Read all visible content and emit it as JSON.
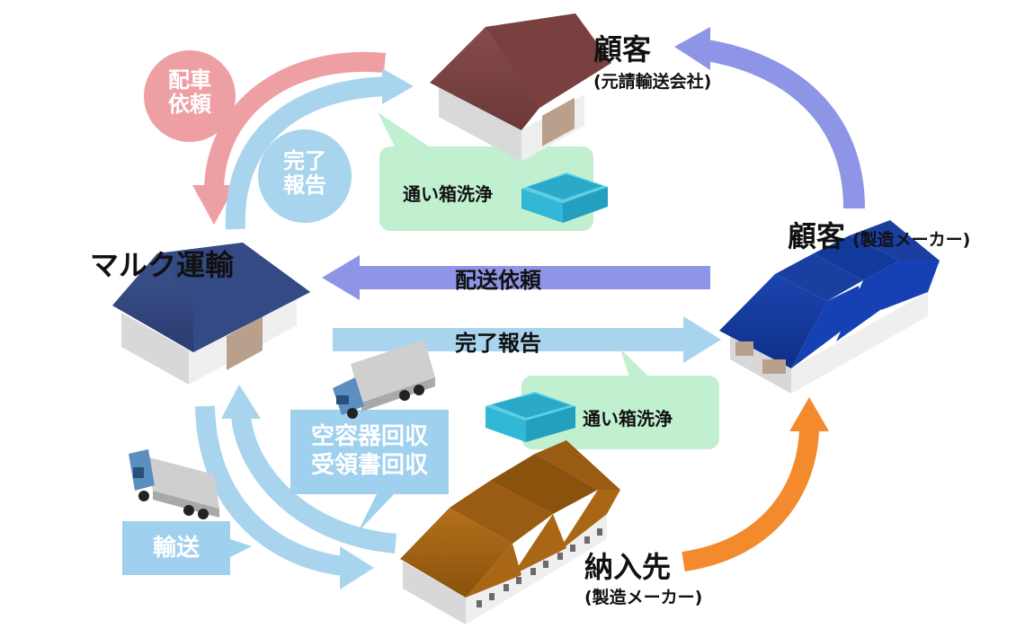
{
  "nodes": {
    "top_customer": {
      "title": "顧客",
      "subtitle": "(元請輸送会社)"
    },
    "right_customer": {
      "title": "顧客",
      "subtitle": "(製造メーカー)"
    },
    "maruku": {
      "title": "マルク運輸"
    },
    "delivery_dest": {
      "title": "納入先",
      "subtitle": "(製造メーカー)"
    }
  },
  "badges": {
    "dispatch_request": {
      "line1": "配車",
      "line2": "依頼"
    },
    "completion_report": {
      "line1": "完了",
      "line2": "報告"
    }
  },
  "arrows": {
    "delivery_request": "配送依頼",
    "completion_report": "完了報告"
  },
  "callouts": {
    "top_wash": "通い箱洗浄",
    "middle_wash": "通い箱洗浄",
    "collection": {
      "line1": "空容器回収",
      "line2": "受領書回収"
    },
    "transport": "輸送"
  },
  "colors": {
    "pink": "#ee9fa4",
    "light_blue": "#a9d4ee",
    "periwinkle": "#8f95e6",
    "orange": "#f48a2e",
    "green_bubble": "#c0f0cf",
    "blue_label": "#9fd0ee"
  }
}
